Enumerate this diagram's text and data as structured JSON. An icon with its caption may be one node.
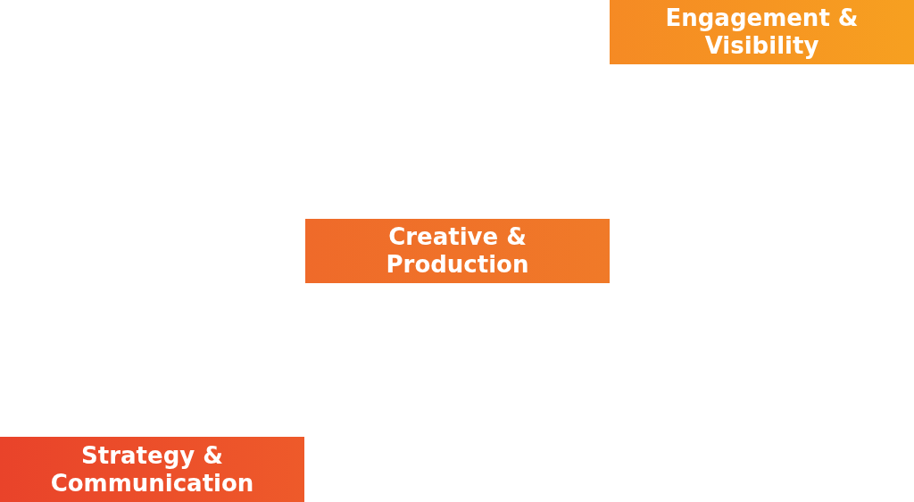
{
  "diagram": {
    "nodes": [
      {
        "text": [
          "Engagement & Visibility"
        ]
      },
      {
        "text": [
          "Creative & Production"
        ]
      },
      {
        "text": [
          "Strategy & Communication"
        ]
      }
    ]
  }
}
